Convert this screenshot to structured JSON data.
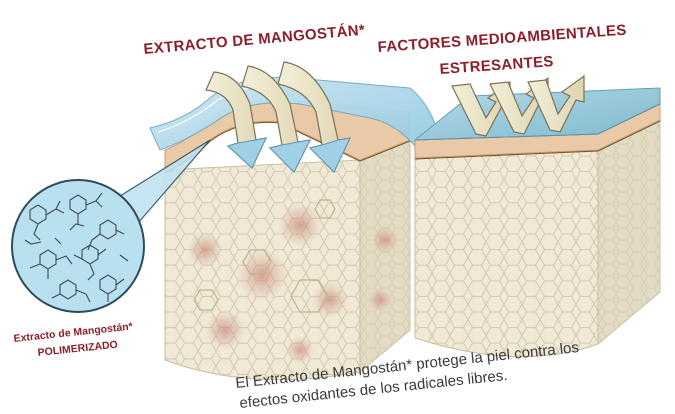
{
  "labels": {
    "extract_title": "EXTRACTO DE MANGOSTÁN*",
    "factors_line1": "FACTORES MEDIOAMBIENTALES",
    "factors_line2": "ESTRESANTES",
    "polymer_line1": "Extracto de Mangostán*",
    "polymer_line2": "POLIMERIZADO",
    "caption_line1": "El Extracto de Mangostán* protege la piel contra los",
    "caption_line2": "efectos oxidantes de los radicales libres."
  },
  "colors": {
    "title_red": "#8c1f2a",
    "protective_layer": "#9fd0e6",
    "skin_surface": "#e9c9a6",
    "tissue": "#efe9d6",
    "hex_mesh": "#cfc6aa",
    "damage_spots": "#d8a596",
    "arrow_fill": "#ece6c8"
  }
}
